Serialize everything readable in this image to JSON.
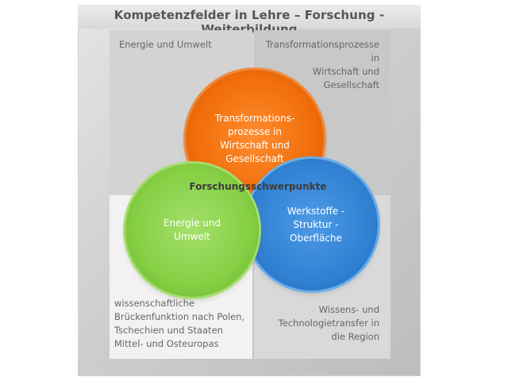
{
  "title": "Kompetenzfelder in Lehre – Forschung - Weiterbildung",
  "quadrants": {
    "top_left": "Energie und Umwelt",
    "top_right": [
      "Transformationsprozesse in",
      "Wirtschaft und",
      "Gesellschaft"
    ],
    "bottom_left": [
      "wissenschaftliche",
      "Brückenfunktion nach Polen,",
      "Tschechien und Staaten",
      "Mittel- und Osteuropas"
    ],
    "bottom_right": [
      "Wissens- und",
      "Technologietransfer in",
      "die Region"
    ]
  },
  "circles": {
    "orange": [
      "Transformations-",
      "prozesse in",
      "Wirtschaft und",
      "Gesellschaft"
    ],
    "green": [
      "Energie und",
      "Umwelt"
    ],
    "blue": [
      "Werkstoffe -",
      "Struktur -",
      "Oberfläche"
    ]
  },
  "center_label": "Forschungsschwerpunkte",
  "colors": {
    "orange": "#f06d0a",
    "green": "#86cf44",
    "blue": "#2f7fd2"
  }
}
